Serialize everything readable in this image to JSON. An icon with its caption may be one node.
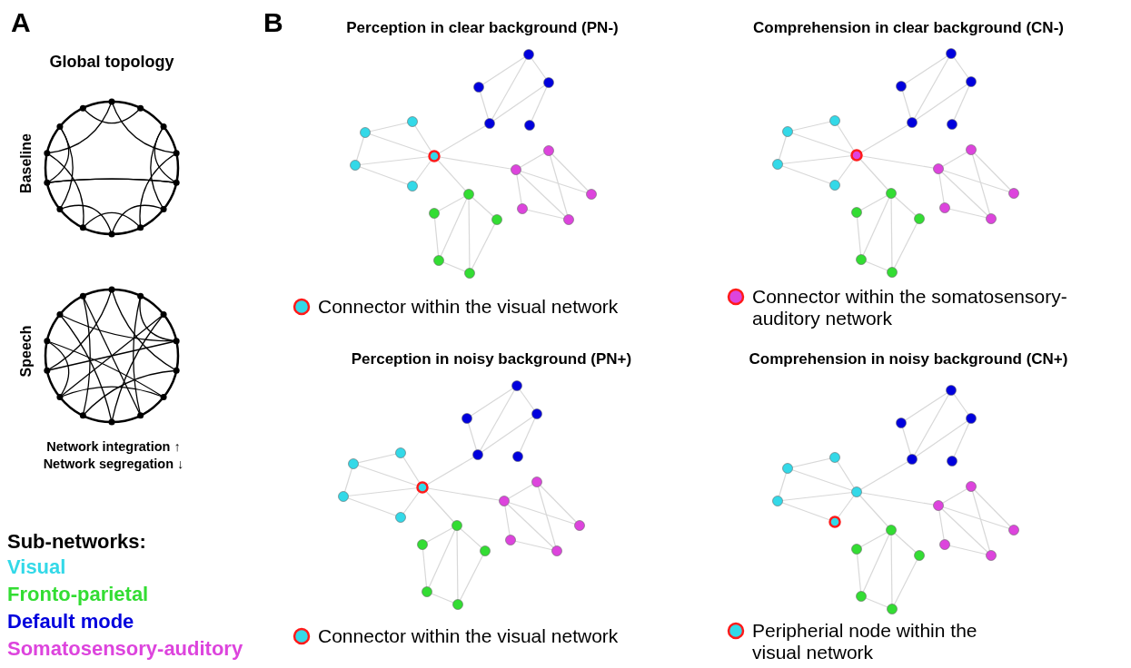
{
  "diagram": {
    "labels": [
      "A",
      "Global topology",
      "Baseline",
      "Speech",
      "Network integration ↑",
      "Network segregation ↓",
      "Sub-networks:",
      "B",
      "Perception in clear background (PN-)",
      "Comprehension in clear background (CN-)",
      "Connector within the visual network",
      "Connector within the somatosensory-auditory network",
      "Perception in noisy background (PN+)",
      "Comprehension in noisy background (CN+)",
      "Connector within the visual network",
      "Peripherial node within the visual network"
    ],
    "legend": [
      {
        "text": "Visual",
        "color": "#33d9e8"
      },
      {
        "text": "Fronto-parietal",
        "color": "#33dd33"
      },
      {
        "text": "Default mode",
        "color": "#0000dd"
      },
      {
        "text": "Somatosensory-auditory",
        "color": "#dd44dd"
      }
    ]
  }
}
